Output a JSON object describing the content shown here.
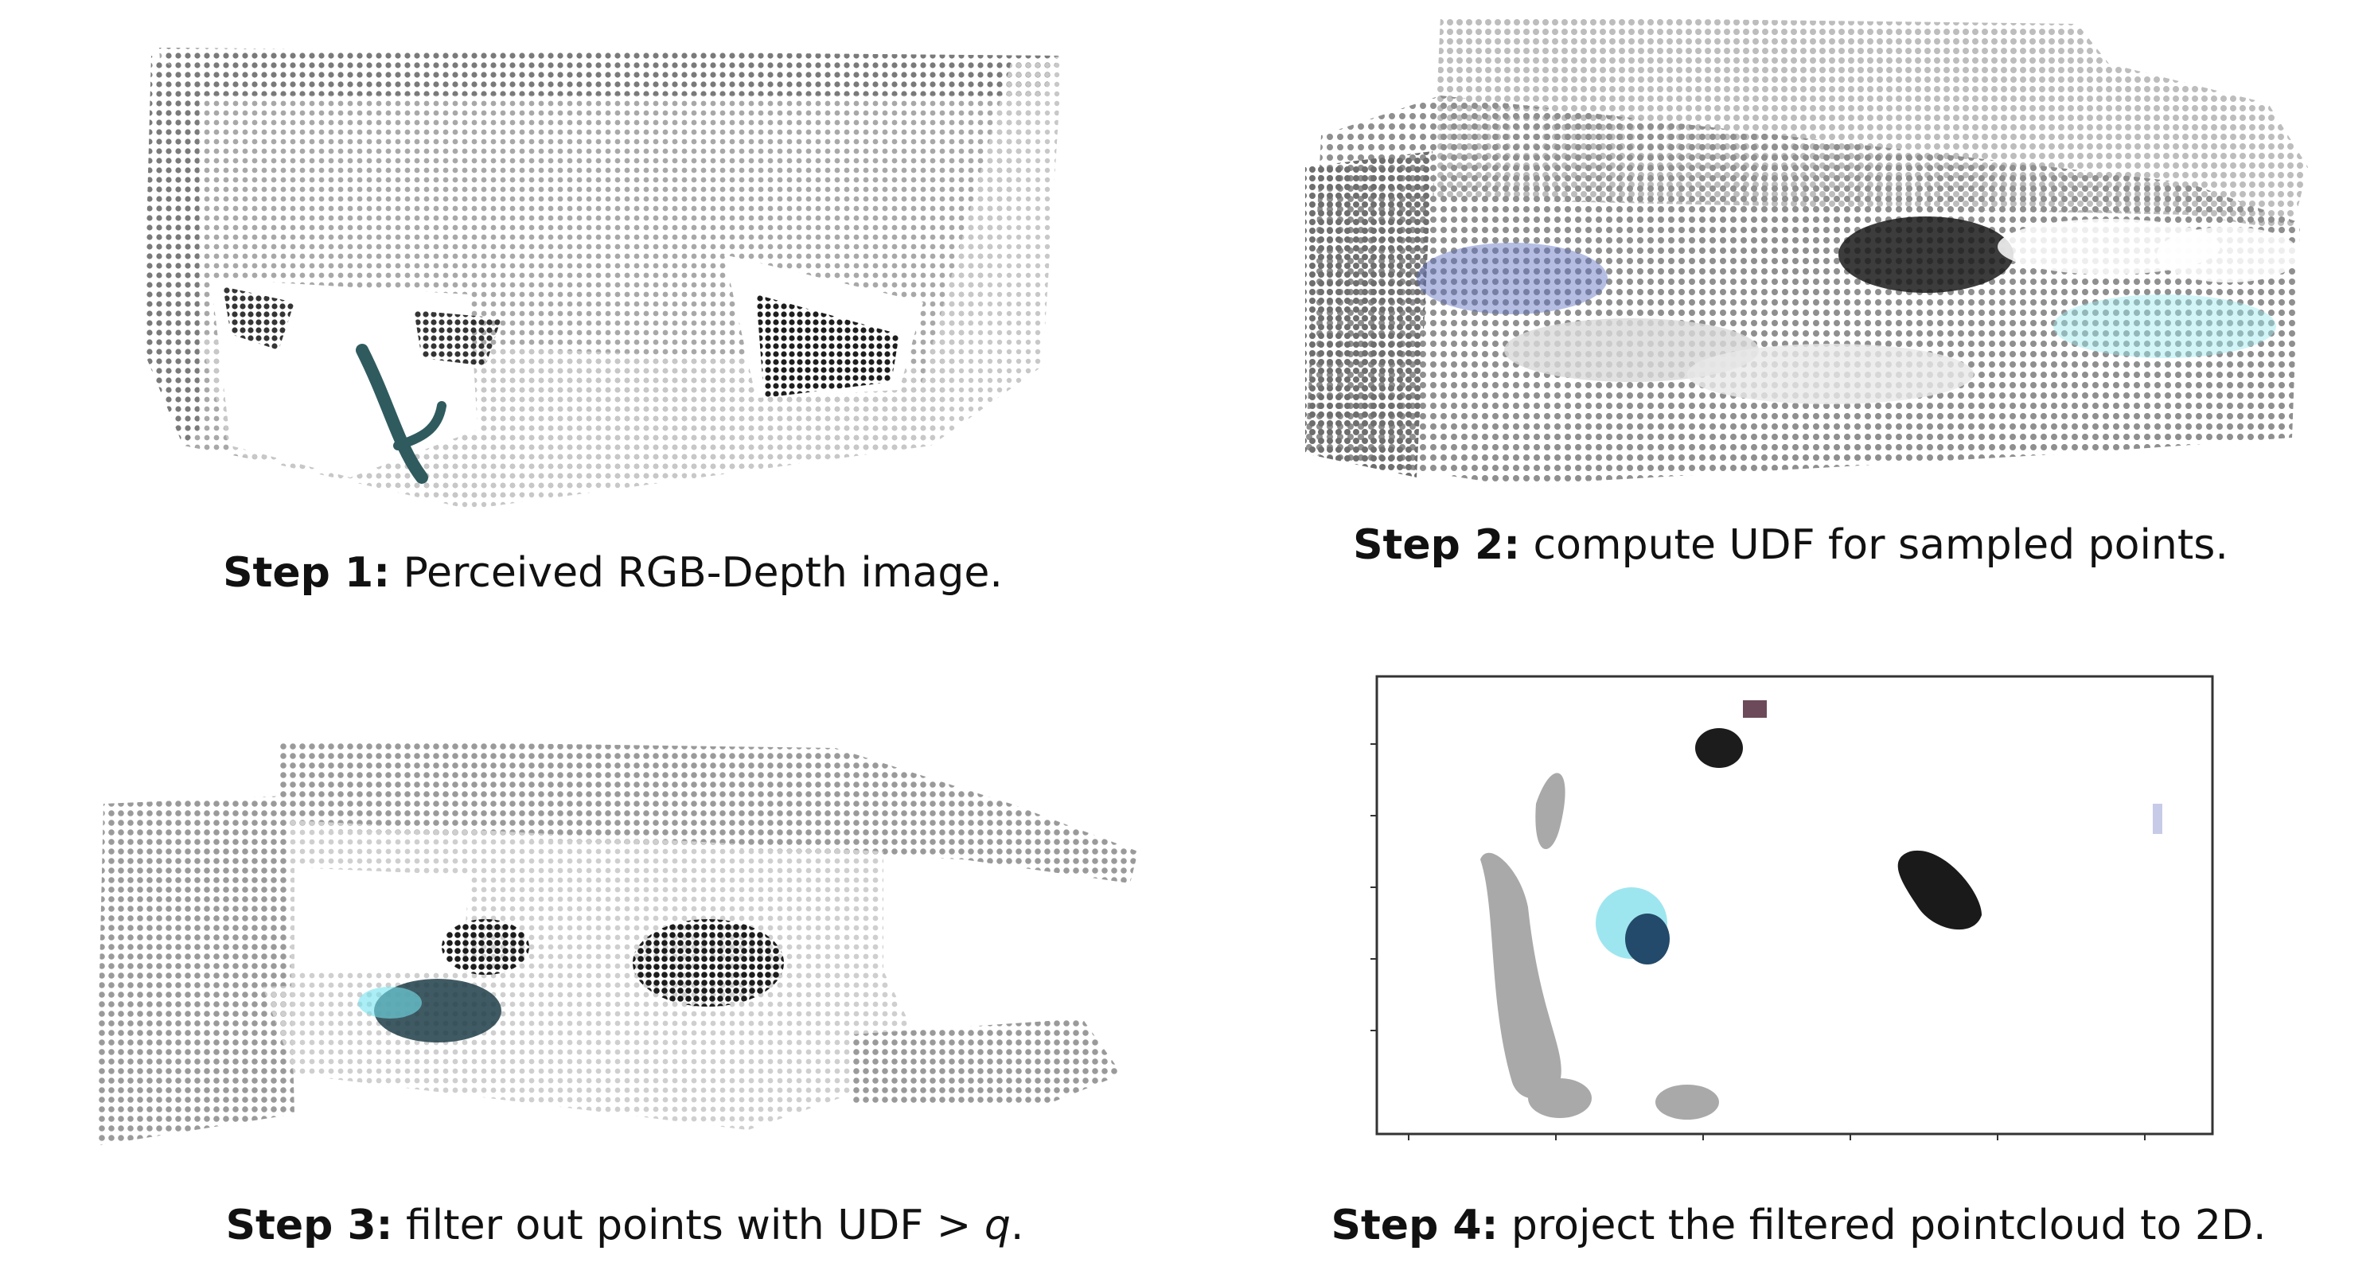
{
  "steps": [
    {
      "label": "Step 1:",
      "text": " Perceived RGB-Depth image."
    },
    {
      "label": "Step 2:",
      "text": " compute UDF for sampled points."
    },
    {
      "label": "Step 3:",
      "text": " filter out points with UDF > ",
      "var": "q",
      "end": "."
    },
    {
      "label": "Step 4:",
      "text": " project the filtered pointcloud to 2D."
    }
  ],
  "colors": {
    "point_dark_gray": "#7a7a7a",
    "point_light_gray": "#c9c9c9",
    "object_black": "#1a1a1a",
    "object_teal": "#2f5b5e",
    "highlight_cyan": "#74e2ef",
    "highlight_blue": "#3348b3",
    "plot_frame": "#333333"
  }
}
